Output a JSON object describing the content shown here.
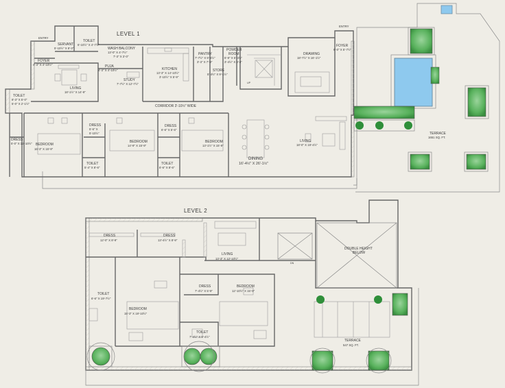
{
  "levels": {
    "level1": "LEVEL 1",
    "level2": "LEVEL 2"
  },
  "level1_rooms": {
    "entry_left": "ENTRY",
    "servant": {
      "name": "SERVANT",
      "size": "5'-10½\" X 8'-3\""
    },
    "toilet_top": {
      "name": "TOILET",
      "size": "6'-10½\" X 4'-7½\""
    },
    "foyer_left": {
      "name": "FOYER",
      "size": "4'-3\" X 4'-10½\""
    },
    "wash_balcony": {
      "name": "WASH BALCONY",
      "size1": "13'-0\" X 4'-7½\"",
      "size2": "7'-3\" X 3'-0\""
    },
    "pantry": {
      "name": "PANTRY",
      "size1": "7'-7½\" X 9'-4½\"",
      "size2": "3'-3\" X 7'-9\""
    },
    "powder": {
      "name1": "POWDER",
      "name2": "ROOM",
      "size1": "5'-9\" X 5'-4½\"",
      "size2": "3'-4½\" X 3'-4\""
    },
    "pooja": {
      "name": "PUJA",
      "size": "4'-3\" X 4'-10½\""
    },
    "kitchen": {
      "name": "KITCHEN",
      "size1": "13'-3\" X 14'-10½\"",
      "size2": "3'-10½\" X 5'-9\""
    },
    "living_left": {
      "name": "LIVING",
      "size": "18'-1½\" X 14'-9\""
    },
    "study": {
      "name": "STUDY",
      "size": "7'-7½\" X 12'-7½\""
    },
    "store": {
      "name": "STORE",
      "size": "5'-4½\" X 9'-1½\""
    },
    "entry_right": "ENTRY",
    "foyer_right": {
      "name": "FOYER",
      "size": "6'-0\" X 5'-7½\""
    },
    "drawing": {
      "name": "DRAWING",
      "size": "18'-7½\" X 16'-1½\""
    },
    "toilet_left": {
      "name": "TOILET",
      "size1": "8'-3\" X 5'-0\"",
      "size2": "5'-0\" X 2'-1½\""
    },
    "corridor": "CORRIDOR 3'-10½\" WIDE",
    "dress_a": {
      "name": "DRESS",
      "size": "5'-0\" X 12'-10½\""
    },
    "bedroom_a": {
      "name": "BEDROOM",
      "size": "16'-3\" X 15'-9\""
    },
    "dress_b": {
      "name": "DRESS",
      "size1": "5'-6\" X",
      "size2": "5'-10½\""
    },
    "bedroom_b": {
      "name": "BEDROOM",
      "size": "14'-9\" X 15'-9\""
    },
    "toilet_b": {
      "name": "TOILET",
      "size": "5'-4\" X 8'-6\""
    },
    "dress_c": {
      "name": "DRESS",
      "size": "6'-6\" X 5'-6\""
    },
    "bedroom_c": {
      "name": "BEDROOM",
      "size": "13'-1½\" X 15'-9\""
    },
    "toilet_c": {
      "name": "TOILET",
      "size": "6'-6\" X 8'-6\""
    },
    "dining": {
      "name": "DINING",
      "size": "16'-4½\" X 26'-1½\""
    },
    "living_right": {
      "name": "LIVING",
      "size": "18'-0\" X 19'-4½\""
    },
    "terrace": {
      "name": "TERRACE",
      "size": "1651 SQ. FT."
    },
    "up": "UP"
  },
  "level2_rooms": {
    "dress_a": {
      "name": "DRESS",
      "size": "12'-0\" X 8'-9\""
    },
    "dress_b": {
      "name": "DRESS",
      "size": "13'-4½\" X 8'-9\""
    },
    "living": {
      "name": "LIVING",
      "size": "13'-3\" X 12'-10½\""
    },
    "double_height": {
      "name1": "DOUBLE HEIGHT",
      "name2": "BELOW"
    },
    "toilet_a": {
      "name": "TOILET",
      "size": "6'-6\" X 19'-7½\""
    },
    "bedroom_a": {
      "name": "BEDROOM",
      "size": "15'-3\" X 19'-10½\""
    },
    "dress_c": {
      "name": "DRESS",
      "size": "7'-4½\" X 5'-9\""
    },
    "bedroom_b": {
      "name": "BEDROOM",
      "size": "12'-10½\" X 15'-9\""
    },
    "toilet_b": {
      "name": "TOILET",
      "size": "7'-4½\" X 9'-4½\""
    },
    "terrace": {
      "name": "TERRACE",
      "size": "547 SQ. FT."
    },
    "dn": "DN"
  },
  "colors": {
    "background": "#efede6",
    "walls": "#666666",
    "pool": "#8ec9ee",
    "planter": "#6fbf73",
    "planter_dark": "#2f8f3a"
  }
}
